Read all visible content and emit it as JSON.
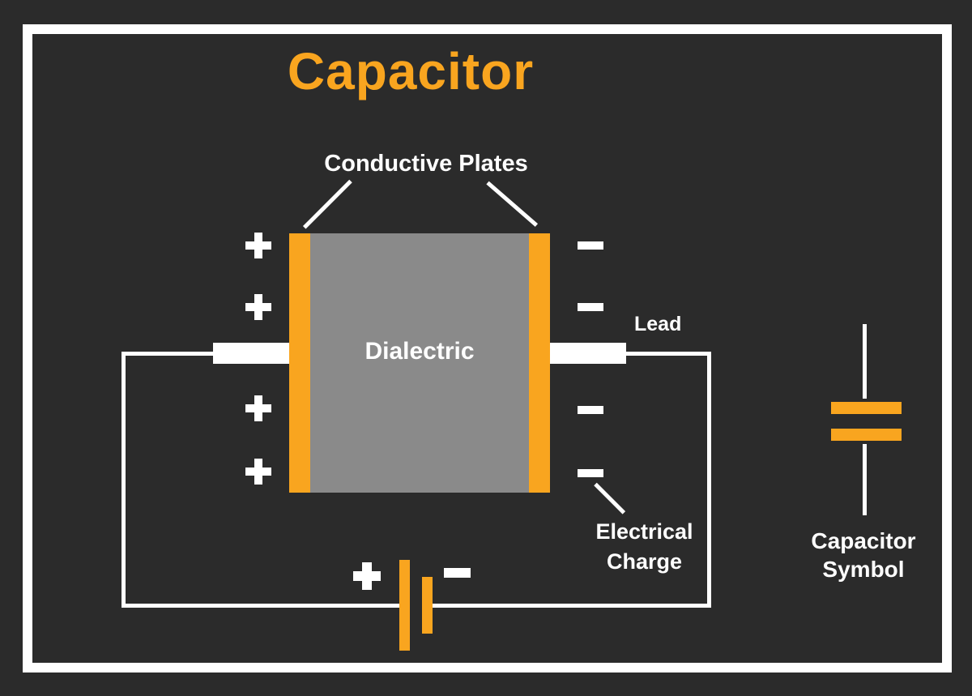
{
  "title": "Capacitor",
  "labels": {
    "conductive_plates": "Conductive Plates",
    "dielectric": "Dialectric",
    "lead": "Lead",
    "electrical_charge": "Electrical Charge",
    "capacitor_symbol": "Capacitor Symbol"
  },
  "charges": {
    "positive_symbol": "+",
    "negative_symbol": "−",
    "positive_count": 4,
    "negative_count": 4
  },
  "battery": {
    "positive_symbol": "+",
    "negative_symbol": "−"
  },
  "colors": {
    "background": "#2B2B2B",
    "frame": "#FFFFFF",
    "accent_orange": "#F9A51F",
    "dielectric_gray": "#8A8A8A",
    "text": "#FFFFFF"
  }
}
